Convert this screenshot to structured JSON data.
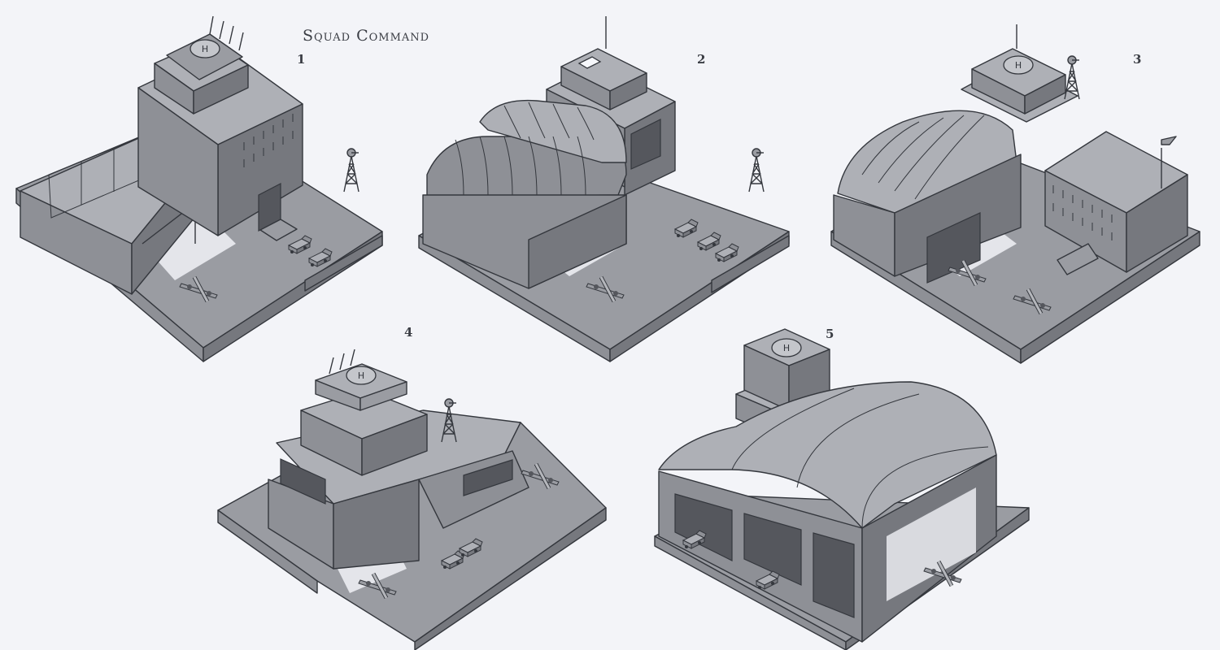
{
  "title": "Squad Command",
  "variants": [
    {
      "number": "1"
    },
    {
      "number": "2"
    },
    {
      "number": "3"
    },
    {
      "number": "4"
    },
    {
      "number": "5"
    }
  ],
  "colors": {
    "background": "#f3f4f8",
    "ink": "#34373d",
    "roof": "#aeb0b6",
    "wall_light": "#8e9096",
    "wall_dark": "#76787e"
  }
}
